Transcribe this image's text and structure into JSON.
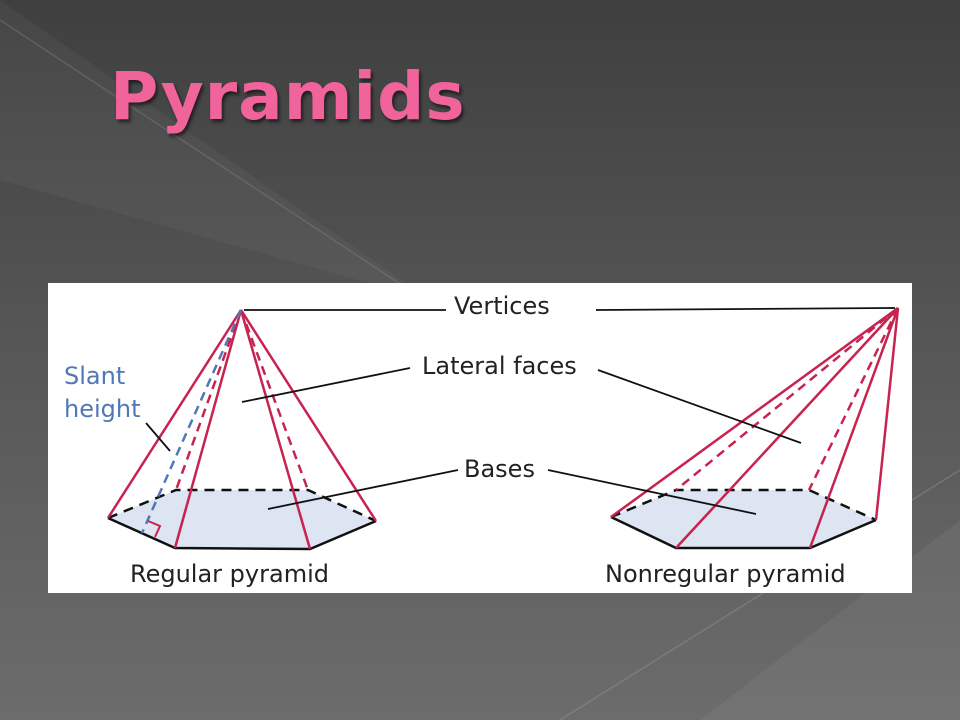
{
  "slide": {
    "title": "Pyramids"
  },
  "diagram": {
    "labels": {
      "vertices": "Vertices",
      "lateral_faces": "Lateral faces",
      "bases": "Bases",
      "slant": "Slant",
      "height": "height",
      "regular_caption": "Regular pyramid",
      "nonregular_caption": "Nonregular pyramid"
    },
    "colors": {
      "edge": "#c8234f",
      "base_fill": "#dde4f2",
      "slant_line": "#4f78b5",
      "leader": "#111111"
    }
  }
}
